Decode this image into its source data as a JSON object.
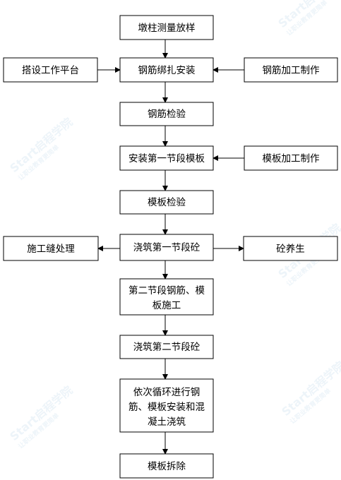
{
  "watermark": {
    "brand": "Start启程学院",
    "slogan": "让职业教育更简单"
  },
  "nodes": {
    "pier_survey": "墩柱测量放样",
    "scaffold": "搭设工作平台",
    "rebar_tie": "钢筋绑扎安装",
    "rebar_fab": "钢筋加工制作",
    "rebar_check": "钢筋检验",
    "form_install_1": "安装第一节段模板",
    "form_fab": "模板加工制作",
    "form_check": "模板检验",
    "pour_1": "浇筑第一节段砼",
    "joint": "施工缝处理",
    "cure": "砼养生",
    "seg2_l1": "第二节段钢筋、模",
    "seg2_l2": "板施工",
    "pour_2": "浇筑第二节段砼",
    "cycle_l1": "依次循环进行钢",
    "cycle_l2": "筋、模板安装和混",
    "cycle_l3": "凝土浇筑",
    "form_remove": "模板拆除"
  }
}
